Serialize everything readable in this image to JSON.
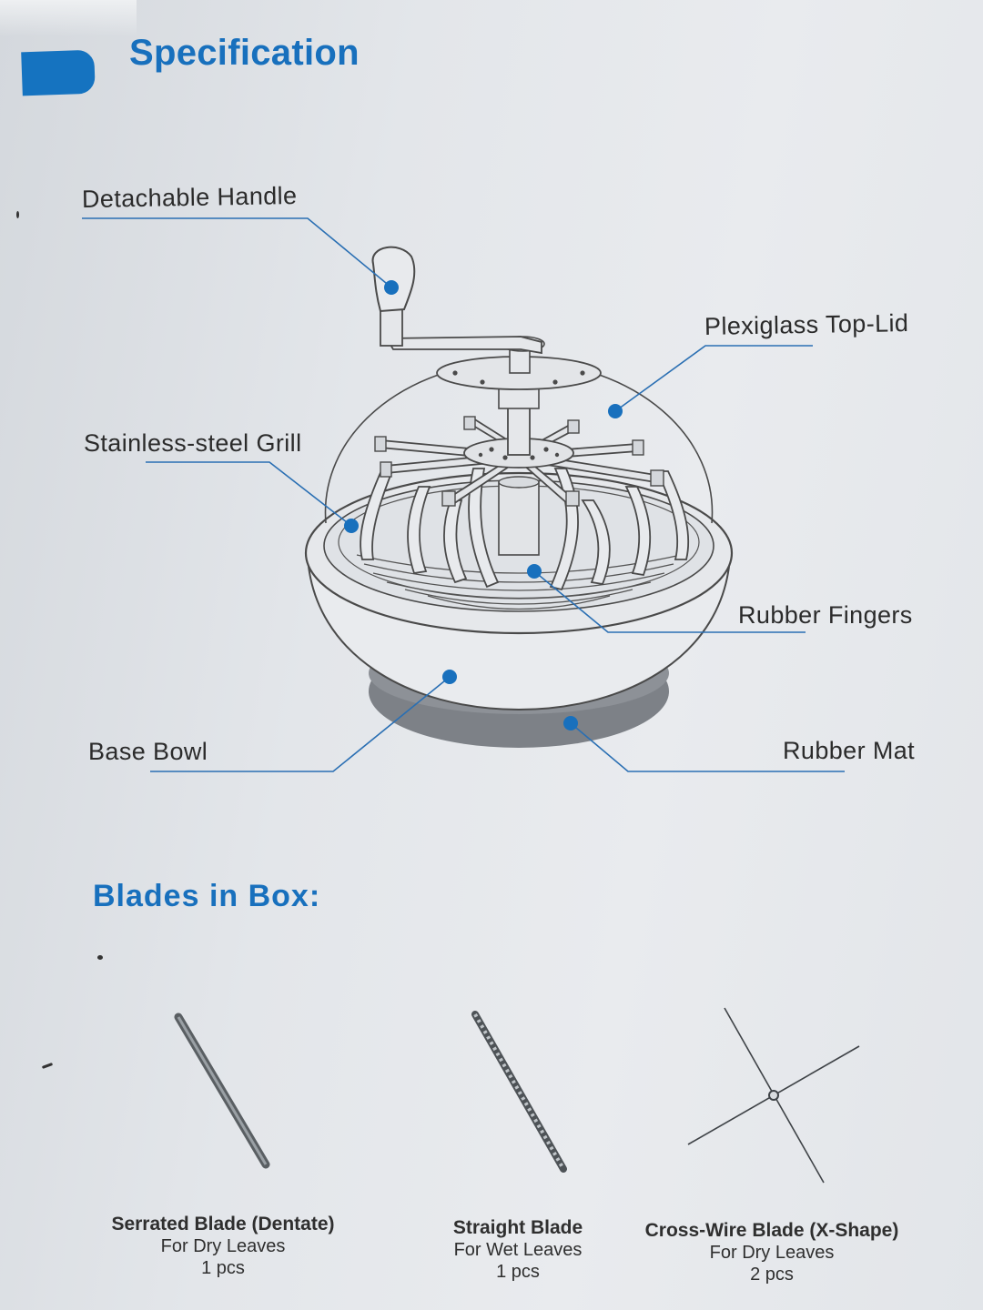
{
  "header": {
    "title": "Specification"
  },
  "parts": {
    "handle": "Detachable Handle",
    "lid": "Plexiglass Top-Lid",
    "grill": "Stainless-steel Grill",
    "fingers": "Rubber Fingers",
    "bowl": "Base Bowl",
    "mat": "Rubber Mat"
  },
  "blades_section": {
    "title": "Blades in Box:"
  },
  "blades": [
    {
      "name": "Serrated Blade (Dentate)",
      "use": "For Dry Leaves",
      "qty": "1 pcs"
    },
    {
      "name": "Straight Blade",
      "use": "For Wet Leaves",
      "qty": "1 pcs"
    },
    {
      "name": "Cross-Wire Blade (X-Shape)",
      "use": "For Dry Leaves",
      "qty": "2 pcs"
    }
  ],
  "colors": {
    "accent": "#1870bd",
    "leader_line": "#2a6fb3"
  }
}
